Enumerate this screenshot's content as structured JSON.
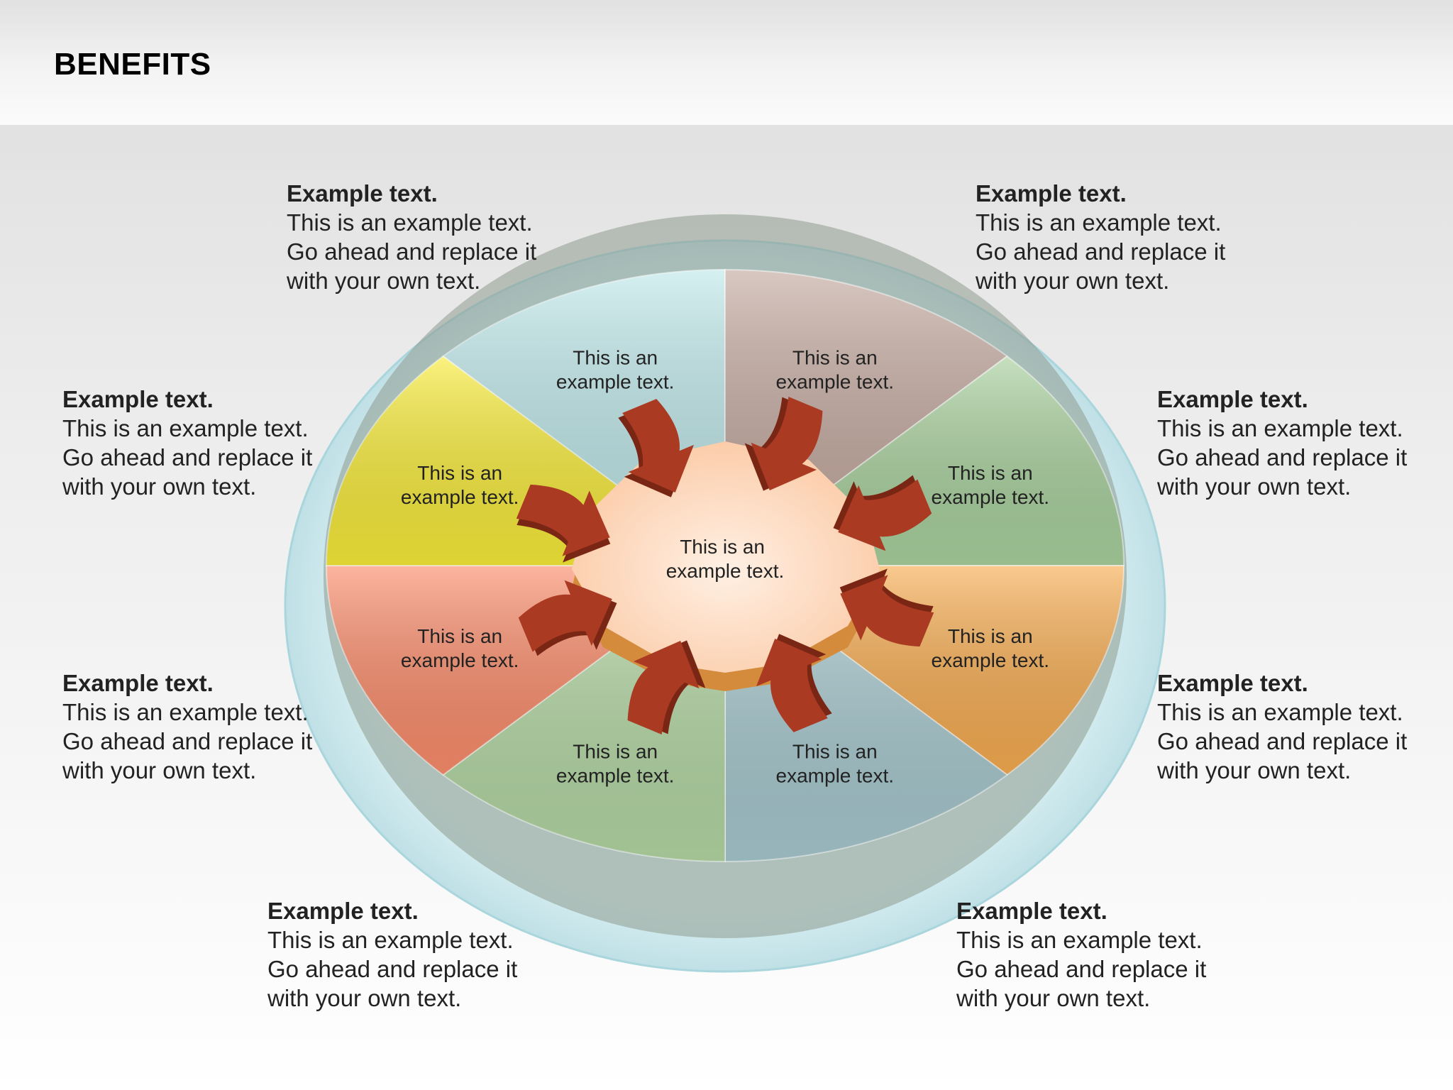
{
  "page": {
    "title": "BENEFITS"
  },
  "callouts": [
    {
      "title": "Example text.",
      "body": "This is an example text. Go ahead and replace it with your own text."
    },
    {
      "title": "Example text.",
      "body": "This is an example text. Go ahead and replace it with your own text."
    },
    {
      "title": "Example text.",
      "body": "This is an example text. Go ahead and replace it with your own text."
    },
    {
      "title": "Example text.",
      "body": "This is an example text. Go ahead and replace it with your own text."
    },
    {
      "title": "Example text.",
      "body": "This is an example text. Go ahead and replace it with your own text."
    },
    {
      "title": "Example text.",
      "body": "This is an example text. Go ahead and replace it with your own text."
    },
    {
      "title": "Example text.",
      "body": "This is an example text. Go ahead and replace it with your own text."
    },
    {
      "title": "Example text.",
      "body": "This is an example text. Go ahead and replace it with your own text."
    }
  ],
  "wheel": {
    "center": {
      "line1": "This is an",
      "line2": "example text."
    },
    "segments": [
      {
        "line1": "This is an",
        "line2": "example text.",
        "color": "#bfe8ea"
      },
      {
        "line1": "This is an",
        "line2": "example text.",
        "color": "#c4aaa0"
      },
      {
        "line1": "This is an",
        "line2": "example text.",
        "color": "#a9d19e"
      },
      {
        "line1": "This is an",
        "line2": "example text.",
        "color": "#f7ad52"
      },
      {
        "line1": "This is an",
        "line2": "example text.",
        "color": "#a7c9cf"
      },
      {
        "line1": "This is an",
        "line2": "example text.",
        "color": "#b4d8a4"
      },
      {
        "line1": "This is an",
        "line2": "example text.",
        "color": "#fb8d6c"
      },
      {
        "line1": "This is an",
        "line2": "example text.",
        "color": "#f8ec3a"
      }
    ],
    "ring_color": "#cfe9ec",
    "hub_color": "#fcd3b4",
    "arrow_color": "#ab3a22"
  }
}
